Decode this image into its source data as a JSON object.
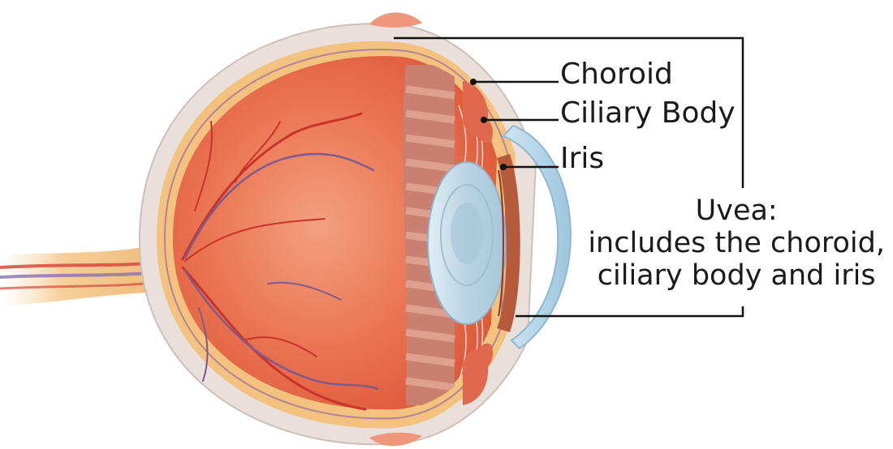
{
  "labels": {
    "choroid": "Choroid",
    "ciliary_body": "Ciliary Body",
    "iris": "Iris"
  },
  "uvea": {
    "title": "Uvea:",
    "line1": "includes the choroid,",
    "line2": "ciliary body and iris"
  }
}
